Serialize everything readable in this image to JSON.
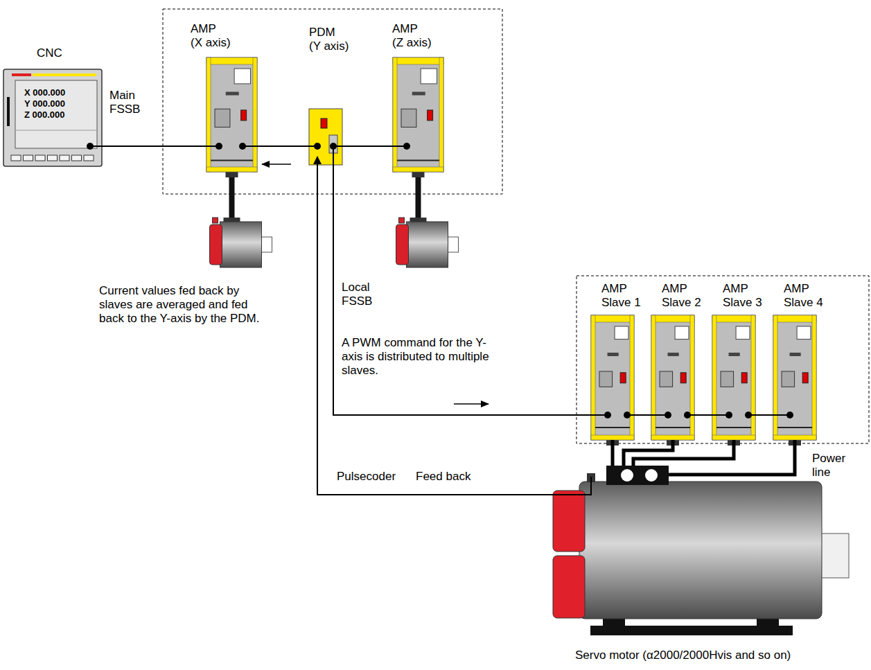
{
  "diagram": {
    "nodes": [
      {
        "text": [
          "CNC",
          "X 000.000",
          "Y 000.000",
          "Z 000.000"
        ]
      },
      {
        "text": [
          "AMP (X axis)"
        ]
      },
      {
        "text": [
          "PDM (Y axis)"
        ]
      },
      {
        "text": [
          "AMP (Z axis)"
        ]
      },
      {
        "text": [
          "AMP Slave 1"
        ]
      },
      {
        "text": [
          "AMP Slave 2"
        ]
      },
      {
        "text": [
          "AMP Slave 3"
        ]
      },
      {
        "text": [
          "AMP Slave 4"
        ]
      },
      {
        "text": [
          "Servo motor (α2000/2000Hvis and so on)"
        ]
      }
    ],
    "edges": [
      {
        "from": 0,
        "to": 1,
        "arrow": "none"
      },
      {
        "from": 1,
        "to": 2,
        "arrow": "none"
      },
      {
        "from": 2,
        "to": 3,
        "arrow": "none"
      },
      {
        "from": 2,
        "to": 4,
        "arrow": "none"
      },
      {
        "from": 4,
        "to": 5,
        "arrow": "none"
      },
      {
        "from": 5,
        "to": 6,
        "arrow": "none"
      },
      {
        "from": 6,
        "to": 7,
        "arrow": "none"
      },
      {
        "from": 8,
        "to": 2,
        "arrow": "to"
      },
      {
        "from": 4,
        "to": 8,
        "arrow": "none"
      },
      {
        "from": 5,
        "to": 8,
        "arrow": "none"
      },
      {
        "from": 6,
        "to": 8,
        "arrow": "none"
      },
      {
        "from": 7,
        "to": 8,
        "arrow": "none"
      }
    ],
    "labels": [
      "Main FSSB",
      "Current values fed back by slaves are averaged and fed back to the Y-axis by the PDM.",
      "Local FSSB",
      "A PWM command for the Y-axis is distributed to multiple slaves.",
      "Pulsecoder",
      "Feed back",
      "Power line"
    ]
  }
}
